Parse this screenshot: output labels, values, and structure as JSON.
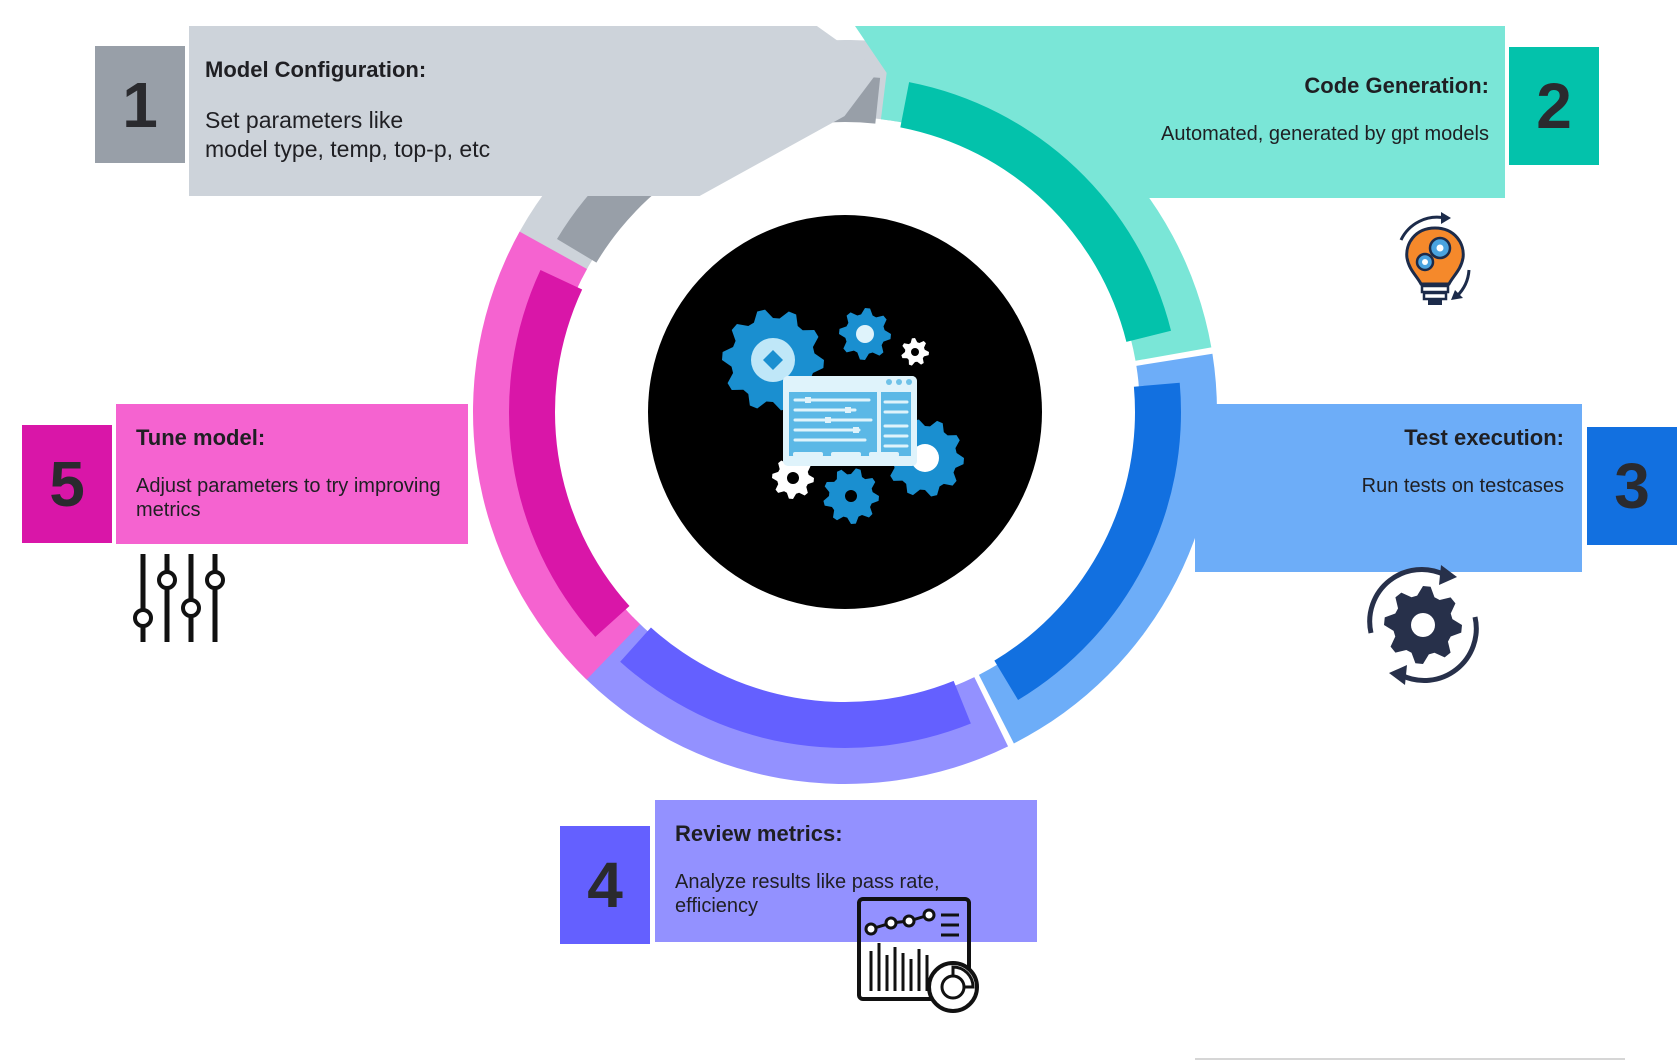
{
  "colors": {
    "step1_light": "#cdd3da",
    "step1_dark": "#989fa8",
    "step1_badge": "#989fa8",
    "step2_light": "#7ae6d7",
    "step2_dark": "#03c2ab",
    "step2_badge": "#03c2ab",
    "step3_light": "#6dadf8",
    "step3_dark": "#1270e0",
    "step3_badge": "#1270e0",
    "step4_light": "#9391ff",
    "step4_dark": "#6460ff",
    "step4_badge": "#6460ff",
    "step5_light": "#f563d0",
    "step5_dark": "#d916a8",
    "step5_badge": "#d916a8",
    "hub": "#000000"
  },
  "steps": [
    {
      "number": "1",
      "title": "Model Configuration:",
      "description": "Set parameters like\nmodel type, temp, top-p, etc",
      "icon": "none"
    },
    {
      "number": "2",
      "title": "Code Generation:",
      "description": "Automated, generated by gpt models",
      "icon": "lightbulb-gears-icon"
    },
    {
      "number": "3",
      "title": "Test execution:",
      "description": "Run tests on testcases",
      "icon": "gear-cycle-icon"
    },
    {
      "number": "4",
      "title": "Review metrics:",
      "description": "Analyze results like pass rate,\nefficiency",
      "icon": "analytics-report-icon"
    },
    {
      "number": "5",
      "title": "Tune model:",
      "description": "Adjust parameters to try improving\nmetrics",
      "icon": "sliders-icon"
    }
  ],
  "hub_icon": "gears-dashboard-icon"
}
